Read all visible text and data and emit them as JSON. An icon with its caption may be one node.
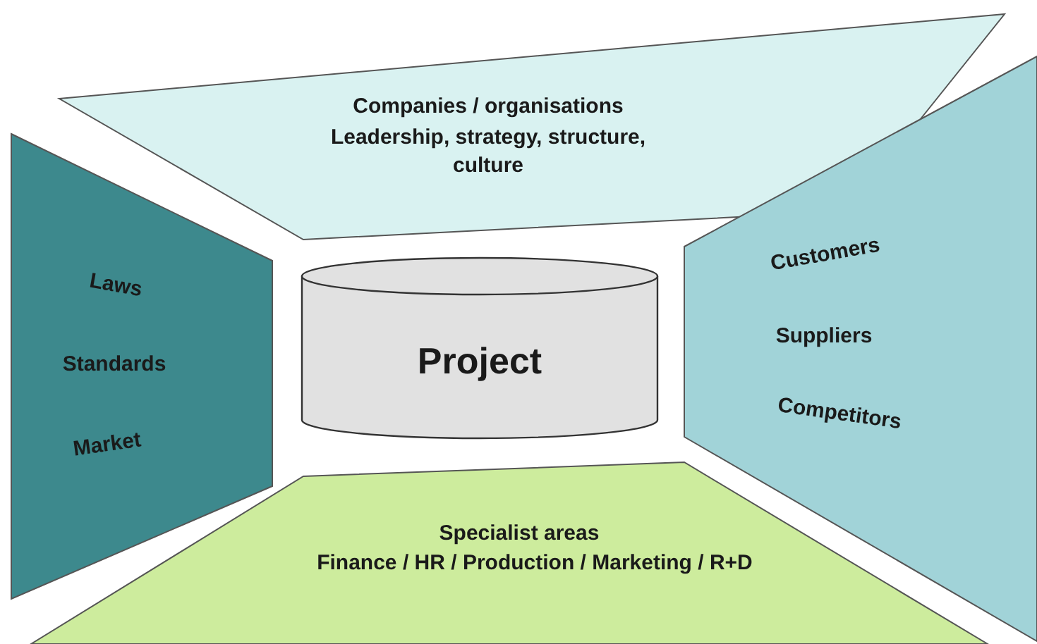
{
  "diagram": {
    "nodes": [
      {
        "text": [
          "Companies / organisations",
          "Leadership, strategy, structure, culture"
        ]
      },
      {
        "text": [
          "Laws",
          "Standards",
          "Market"
        ]
      },
      {
        "text": [
          "Project"
        ]
      },
      {
        "text": [
          "Customers",
          "Suppliers",
          "Competitors"
        ]
      },
      {
        "text": [
          "Specialist areas",
          "Finance / HR / Production / Marketing / R+D"
        ]
      }
    ]
  }
}
